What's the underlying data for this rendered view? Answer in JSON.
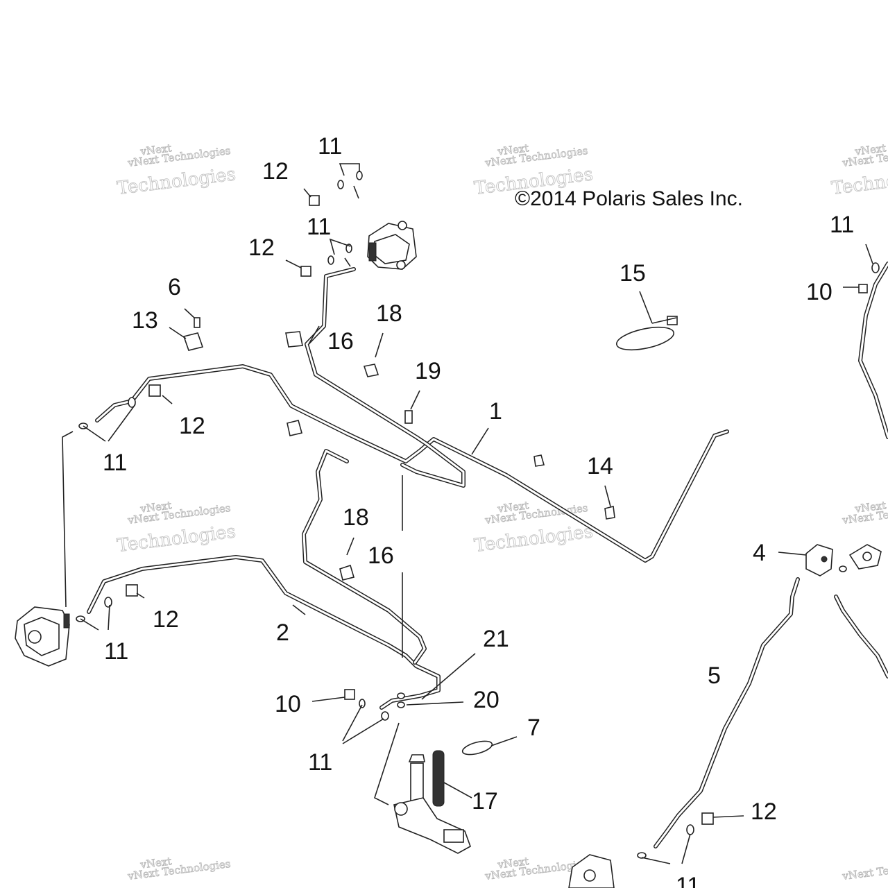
{
  "diagram": {
    "copyright": "©2014 Polaris Sales Inc.",
    "watermark_line1": "vNext Technologies",
    "watermark_line2": "Technologies",
    "watermark_top": "vNext",
    "callouts": [
      "1",
      "2",
      "4",
      "5",
      "6",
      "7",
      "10",
      "11",
      "12",
      "13",
      "14",
      "15",
      "16",
      "17",
      "18",
      "19",
      "20",
      "21"
    ]
  }
}
